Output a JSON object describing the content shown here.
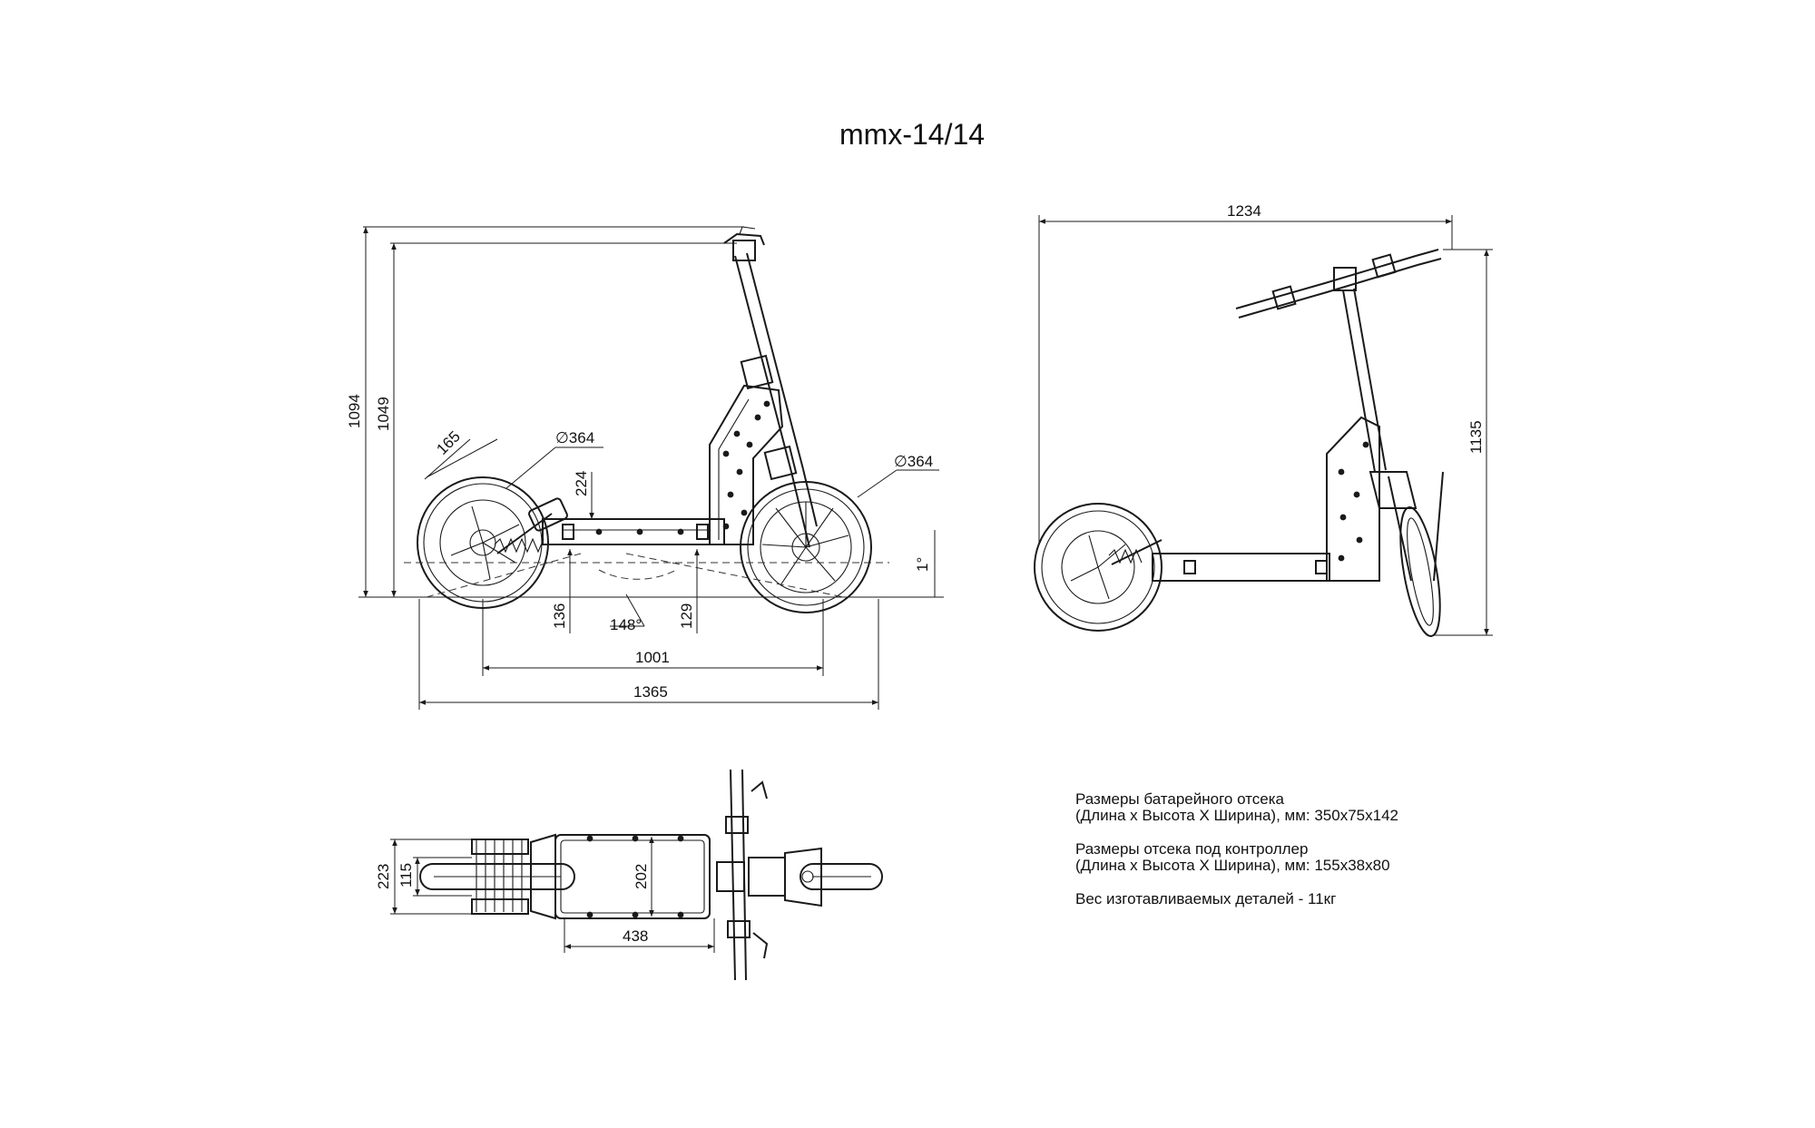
{
  "title": "mmx-14/14",
  "dimensions": {
    "side_view": {
      "total_height": "1094",
      "deck_height_to_bar": "1049",
      "rear_wheel_dim": "165",
      "rear_wheel_diameter": "∅364",
      "front_wheel_diameter": "∅364",
      "deck_to_bar_offset": "224",
      "rear_clearance": "136",
      "deck_clearance": "129",
      "angle": "148°",
      "tilt": "1°",
      "wheelbase": "1001",
      "total_length": "1365"
    },
    "front_view": {
      "overall_length": "1234",
      "overall_height": "1135"
    },
    "top_view": {
      "overall_width": "223",
      "inner_width": "115",
      "deck_width": "202",
      "deck_length": "438"
    }
  },
  "notes": {
    "battery_line1": "Размеры батарейного отсека",
    "battery_line2": "(Длина х Высота Х Ширина), мм: 350х75х142",
    "controller_line1": "Размеры отсека под контроллер",
    "controller_line2": "(Длина х Высота Х Ширина), мм: 155х38х80",
    "weight": "Вес изготавливаемых деталей  - 11кг"
  }
}
